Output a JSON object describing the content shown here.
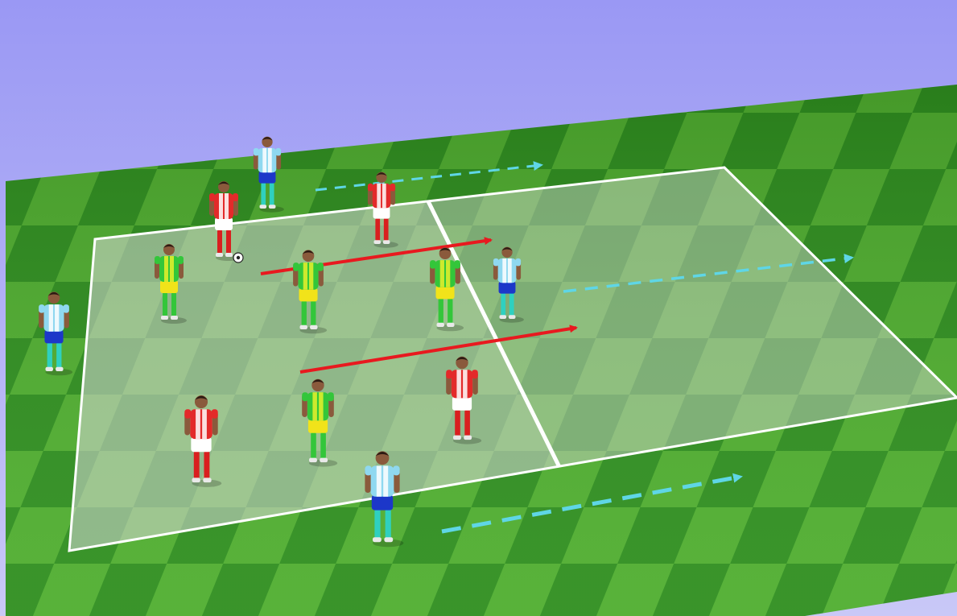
{
  "scene": {
    "sky_top_color": "#9a98f4",
    "sky_bottom_color": "#c9c8f7",
    "grass_light_color": "#4fae2f",
    "grass_dark_color": "#2f8f1f",
    "zone_overlay_color": "#d8d8d8",
    "line_color": "#ffffff"
  },
  "teams": {
    "red_white": {
      "shirt": "#e32a2a",
      "stripe": "#ffffff",
      "shorts": "#ffffff",
      "socks": "#d91f1f"
    },
    "green_yellow": {
      "shirt": "#33c63a",
      "stripe": "#e9f02b",
      "shorts": "#f1e31a",
      "socks": "#33c63a"
    },
    "sky_blue": {
      "shirt": "#8fd8f0",
      "stripe": "#ffffff",
      "shorts": "#1c37c9",
      "socks": "#2fd0c0"
    }
  },
  "players": [
    {
      "team": "sky_blue",
      "zone": "outside-top"
    },
    {
      "team": "red_white",
      "zone": "left-area",
      "with_ball": true
    },
    {
      "team": "red_white",
      "zone": "left-area"
    },
    {
      "team": "green_yellow",
      "zone": "left-area"
    },
    {
      "team": "green_yellow",
      "zone": "left-area"
    },
    {
      "team": "green_yellow",
      "zone": "left-area"
    },
    {
      "team": "sky_blue",
      "zone": "outside-left"
    },
    {
      "team": "sky_blue",
      "zone": "right-area"
    },
    {
      "team": "red_white",
      "zone": "left-area"
    },
    {
      "team": "green_yellow",
      "zone": "left-area"
    },
    {
      "team": "red_white",
      "zone": "left-area"
    },
    {
      "team": "sky_blue",
      "zone": "outside-bottom"
    }
  ],
  "arrows": {
    "ball_pass": {
      "color": "#e8191f",
      "style": "solid",
      "count": 2
    },
    "player_run": {
      "color": "#5fd6e6",
      "style": "dashed",
      "count": 3
    }
  }
}
